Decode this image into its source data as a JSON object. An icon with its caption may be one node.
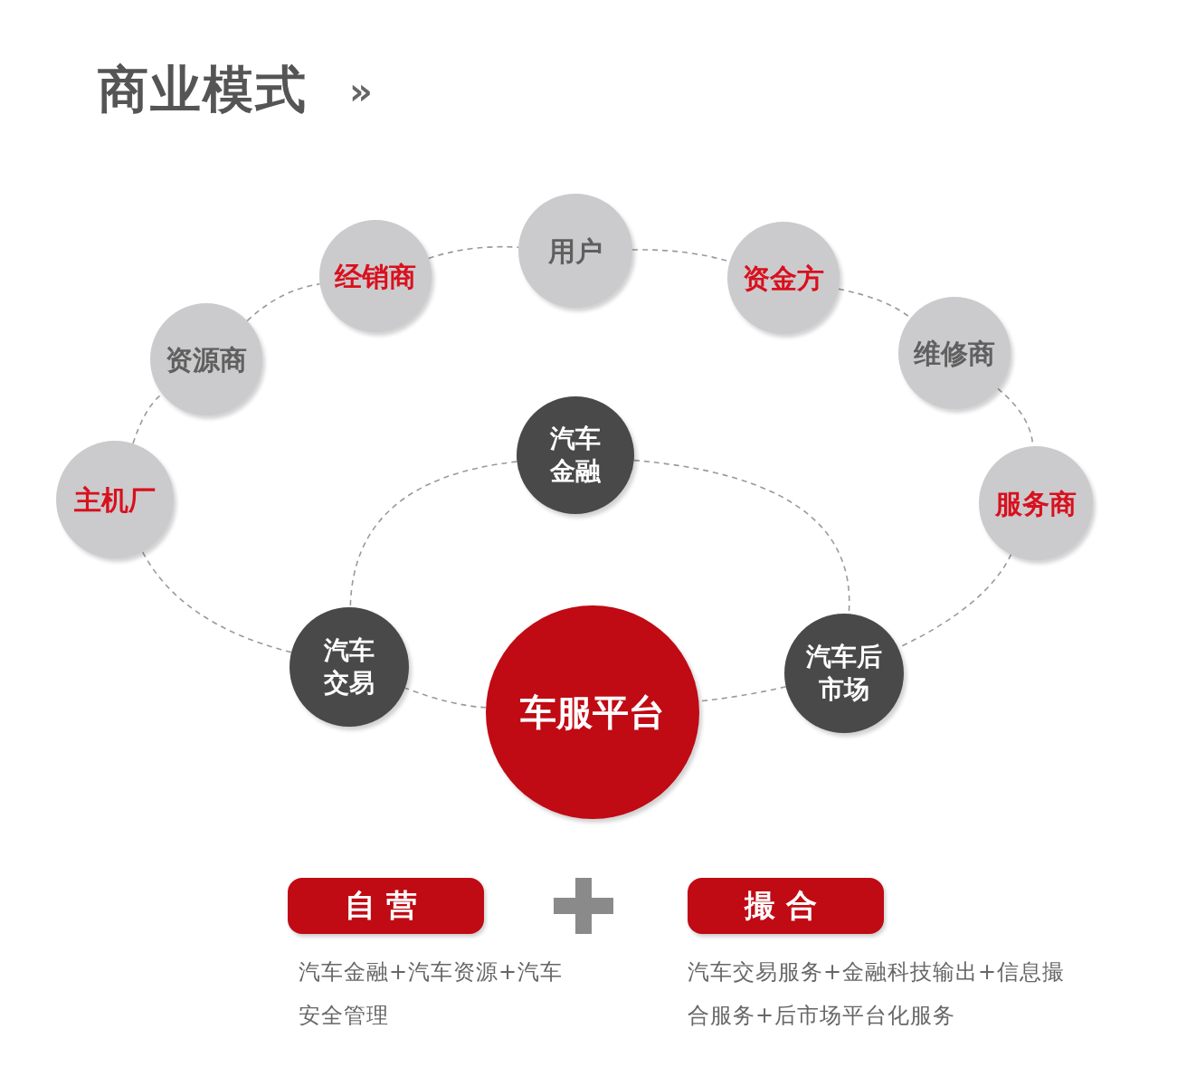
{
  "diagram": {
    "title": "商业模式",
    "nodes": [
      {
        "text": [
          "主机厂"
        ]
      },
      {
        "text": [
          "资源商"
        ]
      },
      {
        "text": [
          "经销商"
        ]
      },
      {
        "text": [
          "用户"
        ]
      },
      {
        "text": [
          "资金方"
        ]
      },
      {
        "text": [
          "维修商"
        ]
      },
      {
        "text": [
          "服务商"
        ]
      },
      {
        "text": [
          "汽车金融"
        ]
      },
      {
        "text": [
          "汽车交易"
        ]
      },
      {
        "text": [
          "车服平台"
        ]
      },
      {
        "text": [
          "汽车后市场"
        ]
      },
      {
        "text": [
          "自营"
        ],
        "beside": [
          "汽车金融+汽车资源+汽车安全管理"
        ]
      },
      {
        "text": [
          "撮合"
        ],
        "beside": [
          "汽车交易服务+金融科技输出+信息撮合服务+后市场平台化服务"
        ]
      }
    ],
    "edges": [
      {
        "from": 0,
        "to": 1,
        "arrow": "none",
        "style": "dashed"
      },
      {
        "from": 1,
        "to": 2,
        "arrow": "none",
        "style": "dashed"
      },
      {
        "from": 2,
        "to": 3,
        "arrow": "none",
        "style": "dashed"
      },
      {
        "from": 3,
        "to": 4,
        "arrow": "none",
        "style": "dashed"
      },
      {
        "from": 4,
        "to": 5,
        "arrow": "none",
        "style": "dashed"
      },
      {
        "from": 5,
        "to": 6,
        "arrow": "none",
        "style": "dashed"
      },
      {
        "from": 6,
        "to": 10,
        "arrow": "none",
        "style": "dashed"
      },
      {
        "from": 10,
        "to": 9,
        "arrow": "none",
        "style": "dashed"
      },
      {
        "from": 9,
        "to": 8,
        "arrow": "none",
        "style": "dashed"
      },
      {
        "from": 8,
        "to": 0,
        "arrow": "none",
        "style": "dashed"
      },
      {
        "from": 7,
        "to": 8,
        "arrow": "none",
        "style": "dashed"
      },
      {
        "from": 7,
        "to": 10,
        "arrow": "none",
        "style": "dashed"
      }
    ],
    "labels": [
      "»"
    ]
  }
}
